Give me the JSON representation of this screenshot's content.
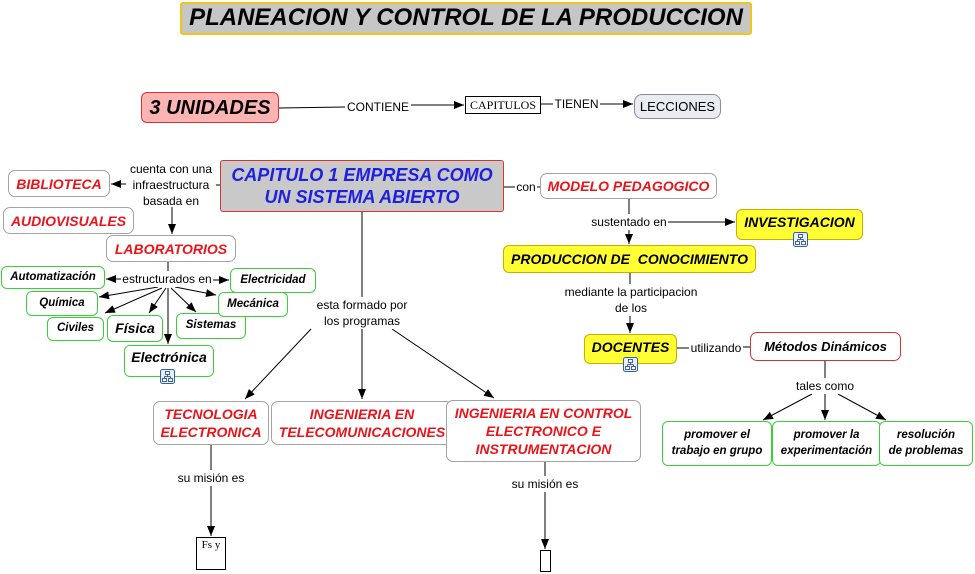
{
  "title": "PLANEACION Y CONTROL DE LA PRODUCCION",
  "concepts": {
    "unidades": "3 UNIDADES",
    "capitulos": "CAPITULOS",
    "lecciones": "LECCIONES",
    "capitulo_1": "CAPITULO 1 EMPRESA COMO\nUN SISTEMA ABIERTO",
    "biblioteca": "BIBLIOTECA",
    "audiovisuales": "AUDIOVISUALES",
    "laboratorios": "LABORATORIOS",
    "automatizacion": "Automatización",
    "quimica": "Química",
    "civiles": "Civiles",
    "fisica": "Física",
    "sistemas": "Sistemas",
    "electricidad": "Electricidad",
    "mecanica": "Mecánica",
    "electronica": "Electrónica",
    "tecnologia_electronica": "TECNOLOGIA\nELECTRONICA",
    "ingenieria_telecomunicaciones": "INGENIERIA EN\nTELECOMUNICACIONES",
    "ingenieria_control": "INGENIERIA EN CONTROL\nELECTRONICO E\nINSTRUMENTACION",
    "mision_tecnologia": "Fs y",
    "modelo_pedagogico": "MODELO PEDAGOGICO",
    "investigacion": "INVESTIGACION",
    "produccion_conocimiento": "PRODUCCION DE  CONOCIMIENTO",
    "docentes": "DOCENTES",
    "metodos_dinamicos": "Métodos Dinámicos",
    "trabajo_en_grupo": "promover el\ntrabajo en grupo",
    "experimentacion": "promover la\nexperimentación",
    "resolucion_problemas": "resolución\nde problemas"
  },
  "links": {
    "contiene": "CONTIENE",
    "tienen": "TIENEN",
    "cuenta_con": "cuenta con una\ninfraestructura\nbasada en",
    "estructurados": "estructurados en",
    "formado": "esta formado por\nlos programas",
    "mision_1": "su misión es",
    "mision_2": "su misión es",
    "con": "con",
    "sustentado": "sustentado en",
    "mediante": "mediante la participacion\nde los",
    "utilizando": "utilizando",
    "tales_como": "tales como"
  },
  "icons": {
    "resource_link": "cmap-link-icon"
  },
  "colors": {
    "title_bg": "#c6c6c6",
    "title_border": "#f0c419",
    "unidades_bg": "#ffb4b4",
    "red_border": "#d63333",
    "concept_red": "#e8151b",
    "concept_blue": "#1f1fe0",
    "capitulo_bg": "#c9c9c9",
    "green_border": "#3ccf3c",
    "yellow_bg": "#ffff33",
    "yellow_border": "#c9ad00",
    "lecciones_bg": "#e9edf3",
    "node_border": "#a3a3a3"
  }
}
